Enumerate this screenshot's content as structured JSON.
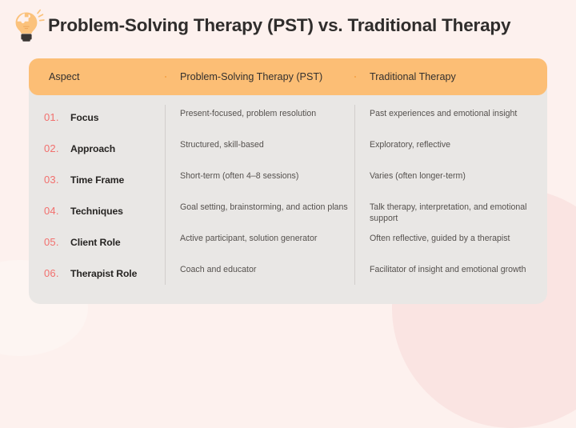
{
  "header": {
    "title": "Problem-Solving Therapy (PST) vs. Traditional Therapy",
    "icon": "lightbulb-puzzle-icon"
  },
  "colors": {
    "page_background": "#fdf1ee",
    "card_background": "#e9e7e5",
    "header_bar": "#fcbe75",
    "header_divider": "#f6a64e",
    "row_number": "#f2706e",
    "title_text": "#2f2d2c",
    "body_text": "#55514e",
    "deco_circle": "#fae4e2"
  },
  "table": {
    "columns": [
      {
        "key": "aspect",
        "label": "Aspect"
      },
      {
        "key": "pst",
        "label": "Problem-Solving Therapy (PST)"
      },
      {
        "key": "traditional",
        "label": "Traditional Therapy"
      }
    ],
    "rows": [
      {
        "num": "01.",
        "aspect": "Focus",
        "pst": "Present-focused, problem resolution",
        "traditional": "Past experiences and emotional insight"
      },
      {
        "num": "02.",
        "aspect": "Approach",
        "pst": "Structured, skill-based",
        "traditional": "Exploratory, reflective"
      },
      {
        "num": "03.",
        "aspect": "Time Frame",
        "pst": "Short-term (often 4–8 sessions)",
        "traditional": "Varies (often longer-term)"
      },
      {
        "num": "04.",
        "aspect": "Techniques",
        "pst": "Goal setting, brainstorming, and action plans",
        "traditional": "Talk therapy, interpretation, and emotional support"
      },
      {
        "num": "05.",
        "aspect": "Client Role",
        "pst": "Active participant, solution generator",
        "traditional": "Often reflective, guided by a therapist"
      },
      {
        "num": "06.",
        "aspect": "Therapist Role",
        "pst": "Coach and educator",
        "traditional": "Facilitator of insight and emotional growth"
      }
    ]
  }
}
